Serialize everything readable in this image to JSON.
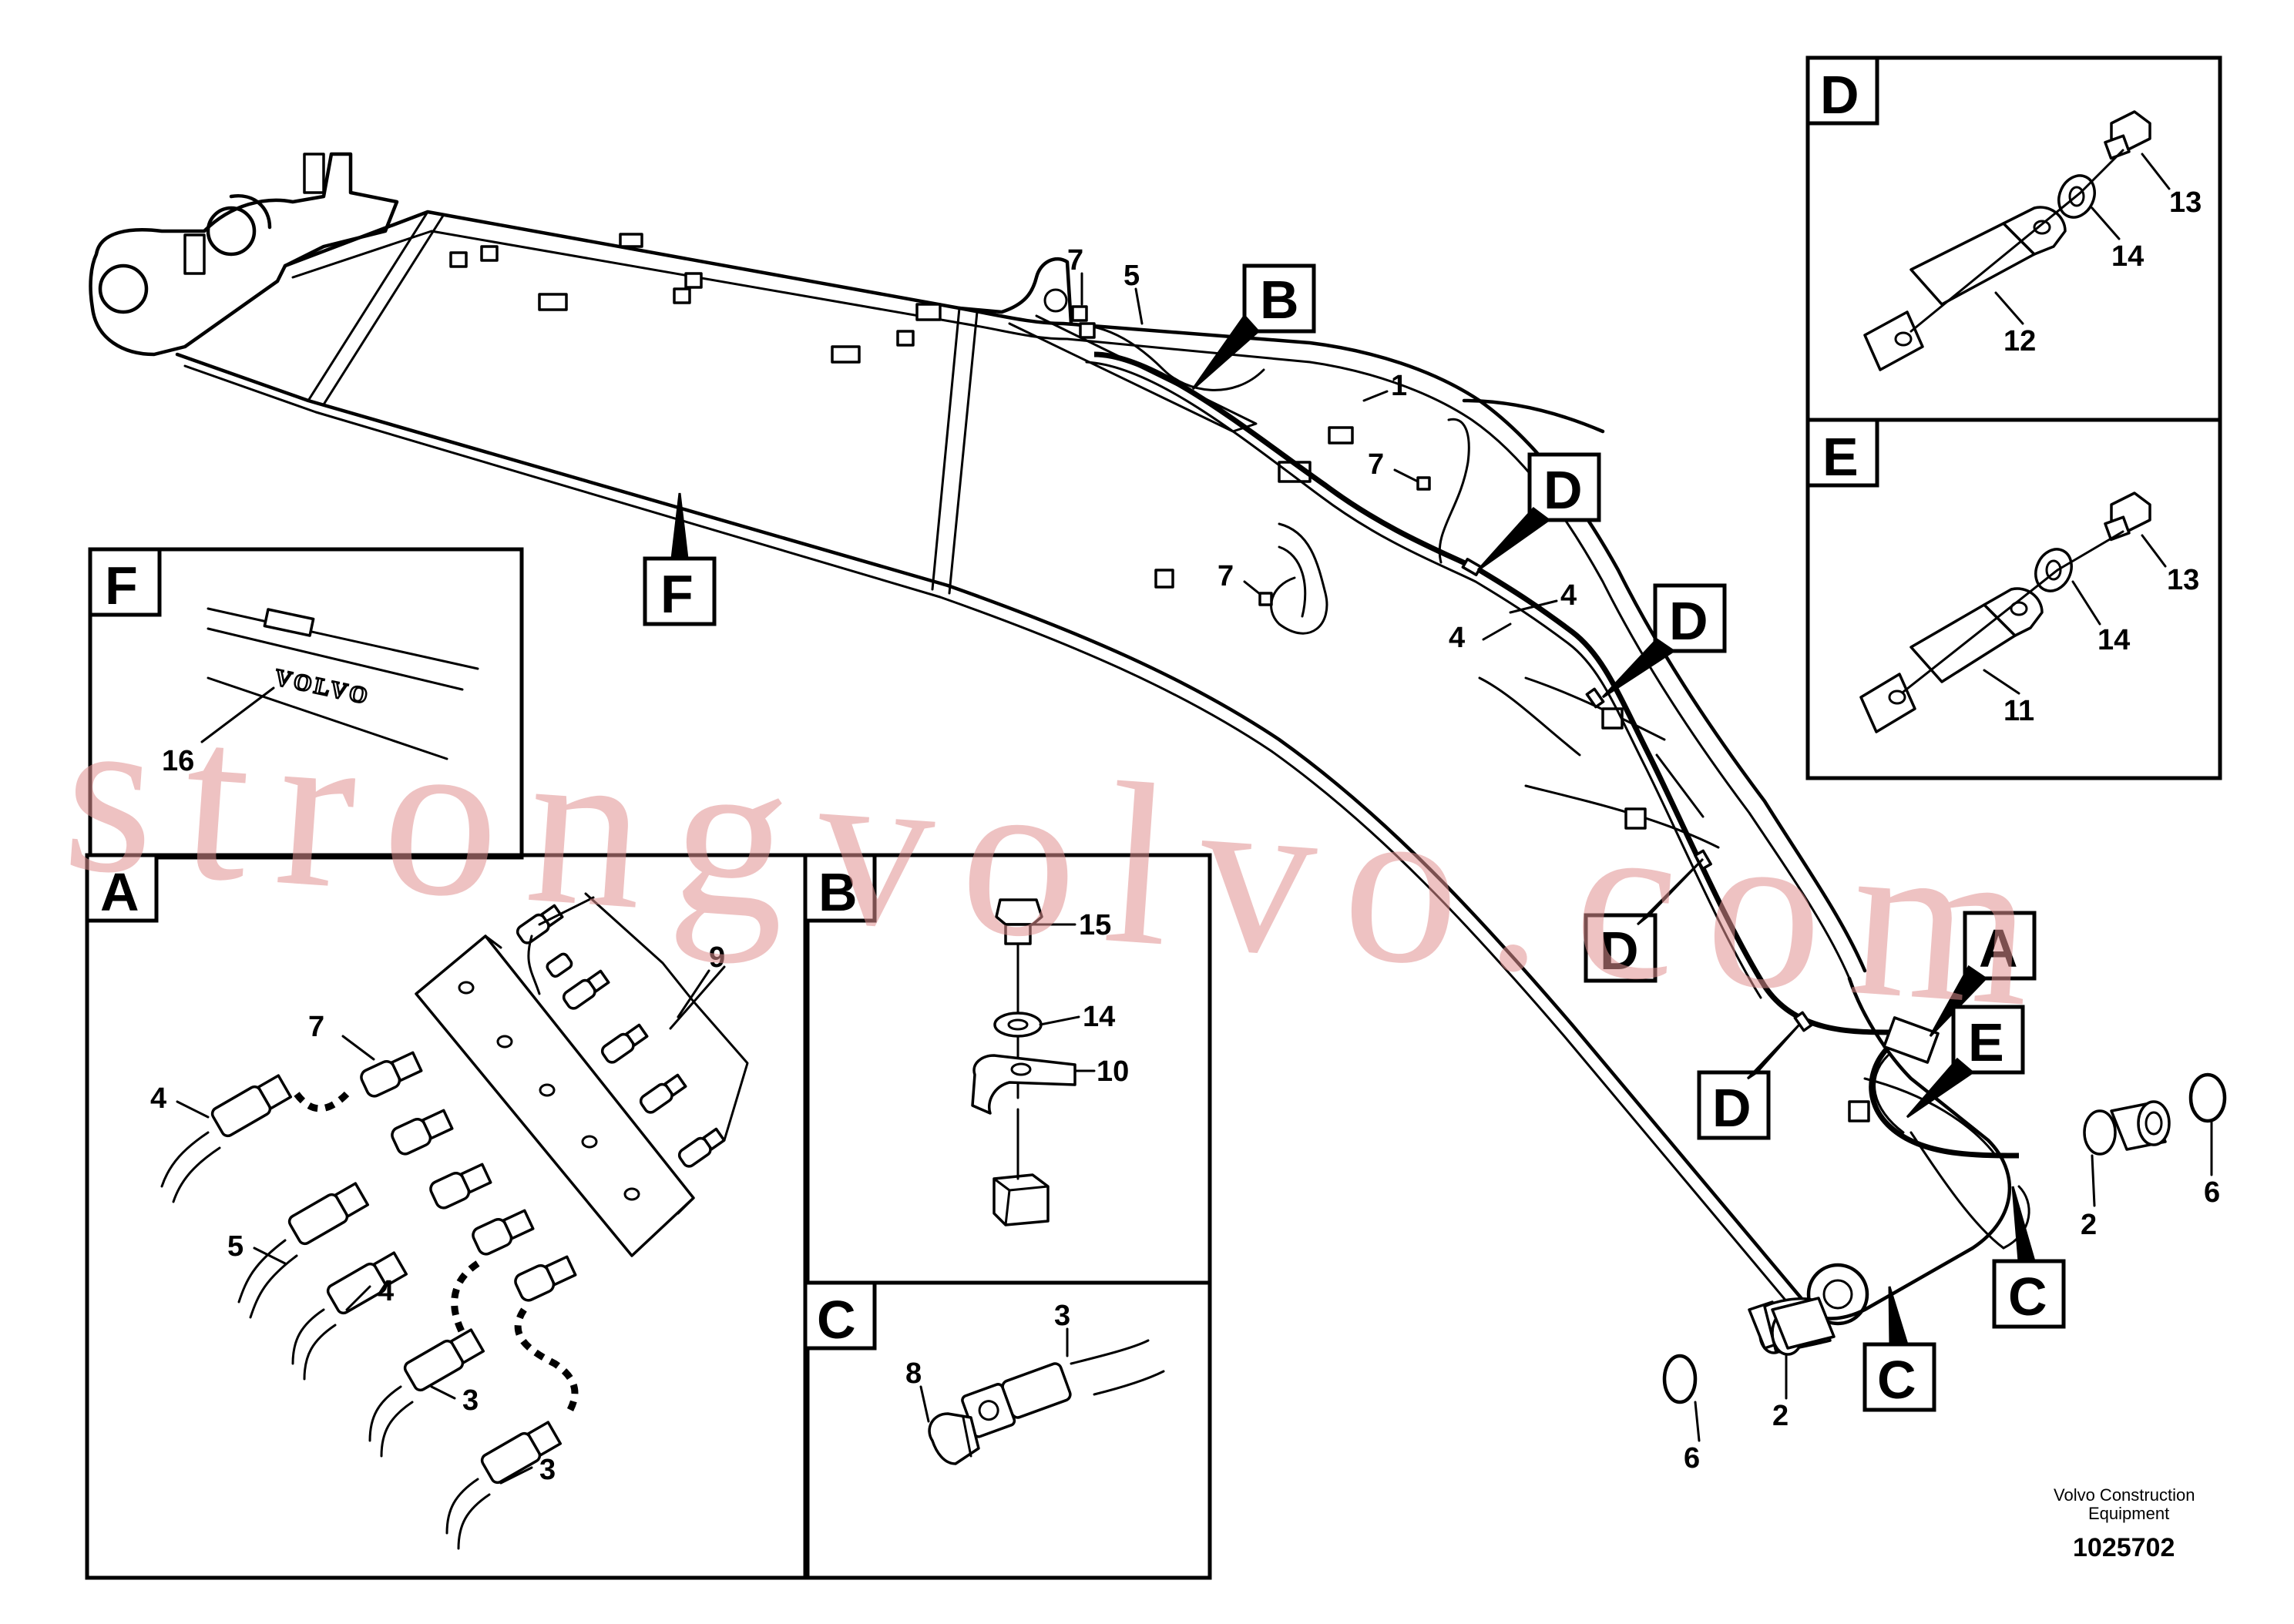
{
  "callouts": {
    "c1": "1",
    "c2a": "2",
    "c2b": "2",
    "c3a": "3",
    "c3b": "3",
    "c3c": "3",
    "c4a": "4",
    "c4b": "4",
    "c4c": "4",
    "c4d": "4",
    "c5a": "5",
    "c5b": "5",
    "c6a": "6",
    "c6b": "6",
    "c7a": "7",
    "c7b": "7",
    "c7c": "7",
    "c7d": "7",
    "c8": "8",
    "c9": "9",
    "c10": "10",
    "c11": "11",
    "c12": "12",
    "c13a": "13",
    "c13b": "13",
    "c14a": "14",
    "c14b": "14",
    "c14c": "14",
    "c15": "15",
    "c16": "16"
  },
  "detail_labels": {
    "A": "A",
    "B": "B",
    "C": "C",
    "D": "D",
    "E": "E",
    "F": "F"
  },
  "stamp_text": "VOLVO",
  "watermark": "strongvolvo.com",
  "footer": {
    "company_line1": "Volvo Construction",
    "company_line2": "Equipment",
    "drawing_number": "1025702"
  }
}
